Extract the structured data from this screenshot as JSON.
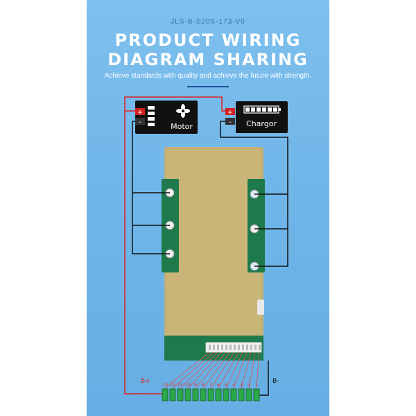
{
  "header": {
    "model": "JLS-B-S20S-173-V0",
    "title_line1": "PRODUCT WIRING",
    "title_line2": "DIAGRAM SHARING",
    "subtitle": "Achieve standards with quality and achieve the future with strength."
  },
  "devices": {
    "motor": {
      "label": "Motor",
      "plus": "+",
      "minus": "-",
      "icon": "fan-icon"
    },
    "charger": {
      "label": "Chargor",
      "plus": "+",
      "minus": "-",
      "icon": "battery-level-icon"
    }
  },
  "terminals": {
    "b_plus": "B+",
    "b_minus": "B-"
  },
  "cell_pins": [
    "13",
    "12",
    "11",
    "10",
    "9",
    "8",
    "7",
    "6",
    "5",
    "4",
    "3",
    "2",
    "1"
  ],
  "colors": {
    "background": "#6fb5e8",
    "wire_positive": "#e02020",
    "wire_negative": "#111111",
    "board": "#c9b577",
    "pcb": "#1e7a4a",
    "title": "#ffffff"
  }
}
